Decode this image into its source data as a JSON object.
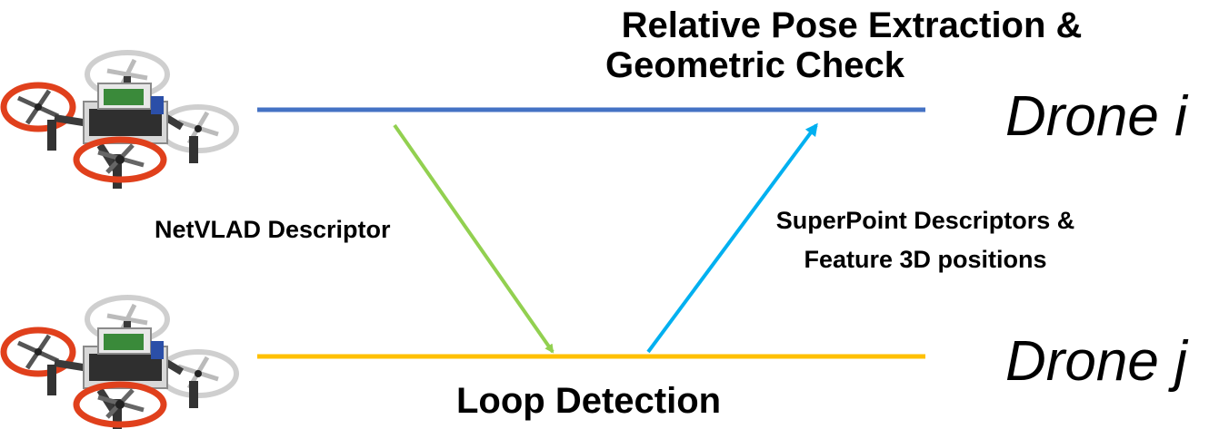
{
  "labels": {
    "top_title_line1": "Relative Pose Extraction &",
    "top_title_line2": "Geometric Check",
    "left_label": "NetVLAD Descriptor",
    "right_label_line1": "SuperPoint Descriptors &",
    "right_label_line2": "Feature 3D positions",
    "bottom_title": "Loop Detection"
  },
  "drones": {
    "top": {
      "name": "Drone i",
      "line_color": "#4472c4"
    },
    "bottom": {
      "name": "Drone j",
      "line_color": "#ffc000"
    }
  },
  "arrows": {
    "netvlad_color": "#92d050",
    "superpoint_color": "#00b0f0"
  },
  "drone_colors": {
    "prop_guard_red": "#e0401c",
    "prop_guard_white": "#d9d9d9",
    "body_dark": "#2a2a2a",
    "board_green": "#3a8a3a",
    "frame_gray": "#9a9a9a"
  }
}
